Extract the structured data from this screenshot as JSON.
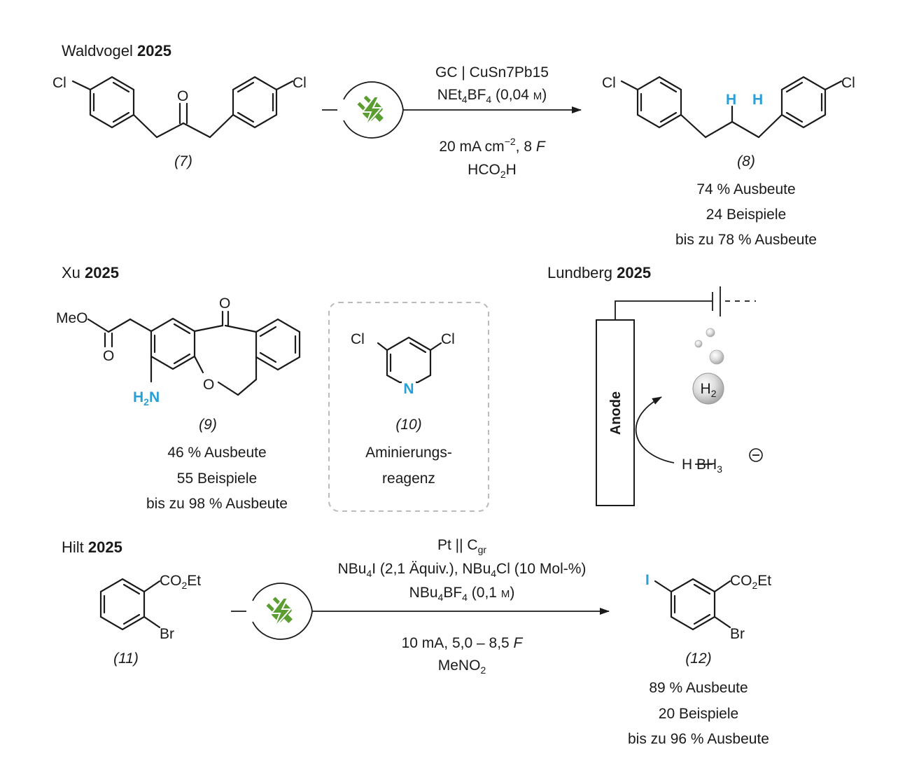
{
  "colors": {
    "accent": "#2a9fd6",
    "plug": "#5a9e32",
    "ink": "#1a1a1a",
    "box_dash": "#bbbbbb"
  },
  "icons": [
    "electric-plug-icon",
    "hydrogen-bubble-icon"
  ],
  "waldvogel": {
    "author": "Waldvogel",
    "year": "2025",
    "reactant": {
      "number": "(7)",
      "atoms": {
        "cl_left": "Cl",
        "cl_right": "Cl",
        "o": "O"
      }
    },
    "conditions": {
      "electrodes": "GC | CuSn7Pb15",
      "electrolyte": [
        "NEt",
        "4",
        "BF",
        "4",
        " (0,04 ",
        "M",
        ")"
      ],
      "current": [
        "20 mA cm",
        "−2",
        ", 8 ",
        "F"
      ],
      "solvent": [
        "HCO",
        "2",
        "H"
      ]
    },
    "product": {
      "number": "(8)",
      "atoms": {
        "cl_left": "Cl",
        "cl_right": "Cl",
        "h1": "H",
        "h2": "H"
      }
    },
    "results": [
      "74 % Ausbeute",
      "24 Beispiele",
      "bis zu 78 % Ausbeute"
    ]
  },
  "xu": {
    "author": "Xu",
    "year": "2025",
    "compound": {
      "number": "(9)",
      "atoms": {
        "meo": "MeO",
        "o_ester": "O",
        "o_ketone": "O",
        "o_ring": "O",
        "nh2": [
          "H",
          "2",
          "N"
        ]
      }
    },
    "results": [
      "46 % Ausbeute",
      "55 Beispiele",
      "bis zu 98 % Ausbeute"
    ],
    "reagent": {
      "number": "(10)",
      "atoms": {
        "cl_left": "Cl",
        "cl_right": "Cl",
        "n": "N"
      },
      "caption": [
        "Aminierungs-",
        "reagenz"
      ]
    }
  },
  "lundberg": {
    "author": "Lundberg",
    "year": "2025",
    "electrode_label": "Anode",
    "gas": [
      "H",
      "2"
    ],
    "reagent": [
      "H",
      "BH",
      "3"
    ]
  },
  "hilt": {
    "author": "Hilt",
    "year": "2025",
    "reactant": {
      "number": "(11)",
      "atoms": {
        "ester": [
          "CO",
          "2",
          "Et"
        ],
        "br": "Br"
      }
    },
    "conditions": {
      "electrodes": [
        "Pt || C",
        "gr"
      ],
      "additives": [
        "NBu",
        "4",
        "I (2,1 Äquiv.), NBu",
        "4",
        "Cl (10 Mol-%)"
      ],
      "electrolyte": [
        "NBu",
        "4",
        "BF",
        "4",
        " (0,1 ",
        "M",
        ")"
      ],
      "current": [
        "10 mA, 5,0 – 8,5 ",
        "F"
      ],
      "solvent": [
        "MeNO",
        "2"
      ]
    },
    "product": {
      "number": "(12)",
      "atoms": {
        "i": "I",
        "ester": [
          "CO",
          "2",
          "Et"
        ],
        "br": "Br"
      }
    },
    "results": [
      "89 % Ausbeute",
      "20 Beispiele",
      "bis zu 96 % Ausbeute"
    ]
  }
}
